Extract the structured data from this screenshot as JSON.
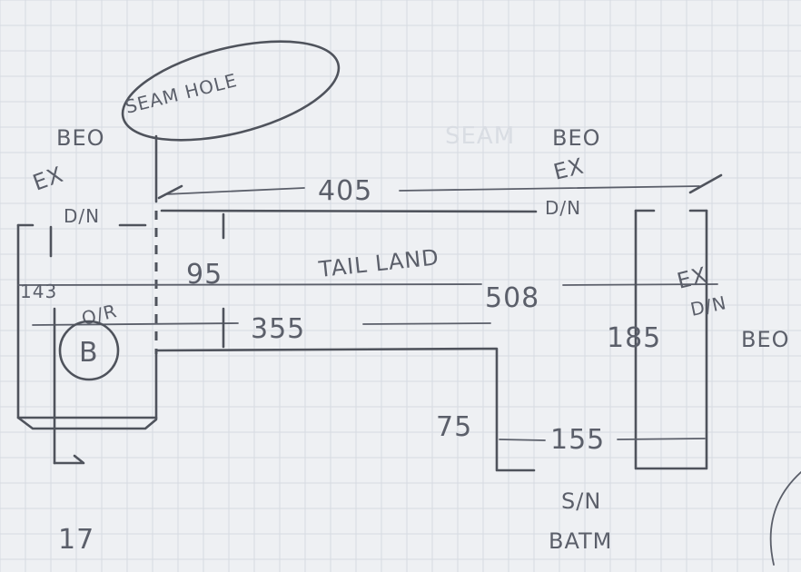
{
  "annotations": {
    "seam_hole": "SEAM HOLE",
    "beo_left": "BEO",
    "ex_left": "EX",
    "din_left": "D/N",
    "dim_405": "405",
    "beo_right_top": "BEO",
    "ex_right_top": "EX",
    "din_right_top": "D/N",
    "dim_95": "95",
    "tail_land": "TAIL LAND",
    "dim_508": "508",
    "ex_right": "EX",
    "din_right": "D/N",
    "dim_143": "143",
    "or_label": "O/R",
    "dim_355": "355",
    "dim_185": "185",
    "beo_right": "BEO",
    "circled_b": "B",
    "dim_75": "75",
    "dim_155": "155",
    "sn_label": "S/N",
    "bottom_label": "BATM",
    "page_number": "17"
  },
  "background": {
    "paper_color": "#eef0f3",
    "grid_color": "#d6dae2",
    "pencil_color": "#4f535c"
  }
}
